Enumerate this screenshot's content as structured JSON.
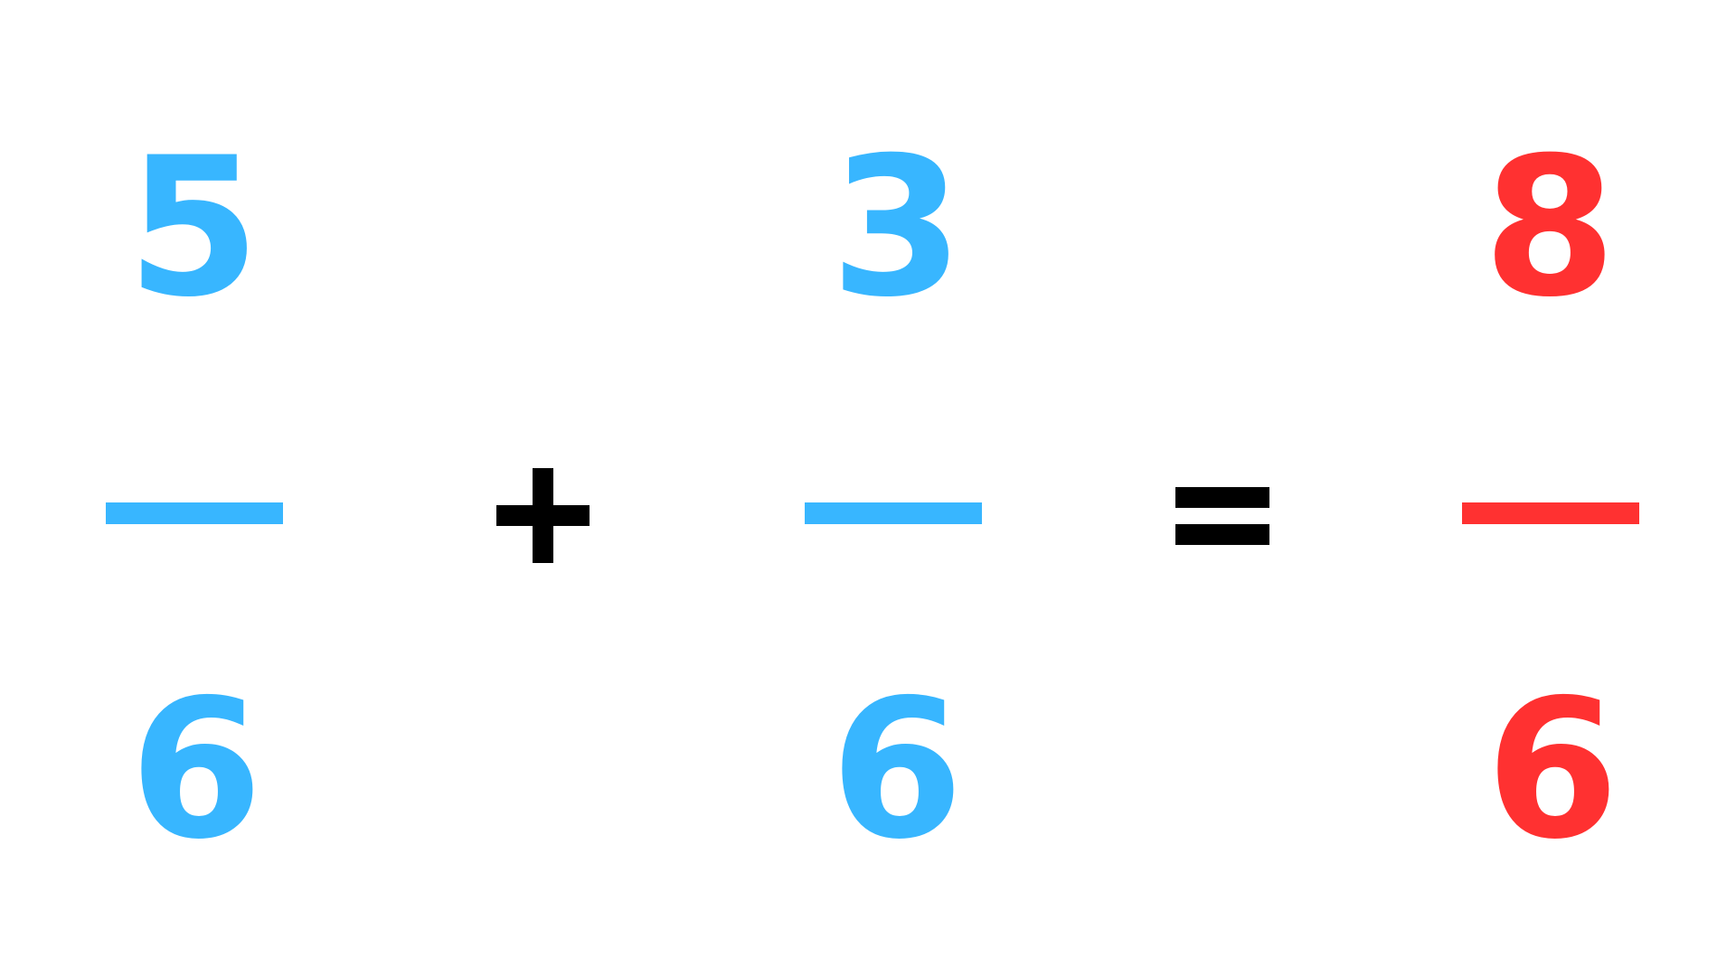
{
  "colors": {
    "blue": "#38b6ff",
    "red": "#ff3131",
    "operator": "#000000",
    "background": "#ffffff"
  },
  "equation": {
    "fraction_1": {
      "numerator": "5",
      "denominator": "6"
    },
    "operator_1": "plus",
    "fraction_2": {
      "numerator": "3",
      "denominator": "6"
    },
    "operator_2": "equals",
    "result": {
      "numerator": "8",
      "denominator": "6"
    }
  }
}
